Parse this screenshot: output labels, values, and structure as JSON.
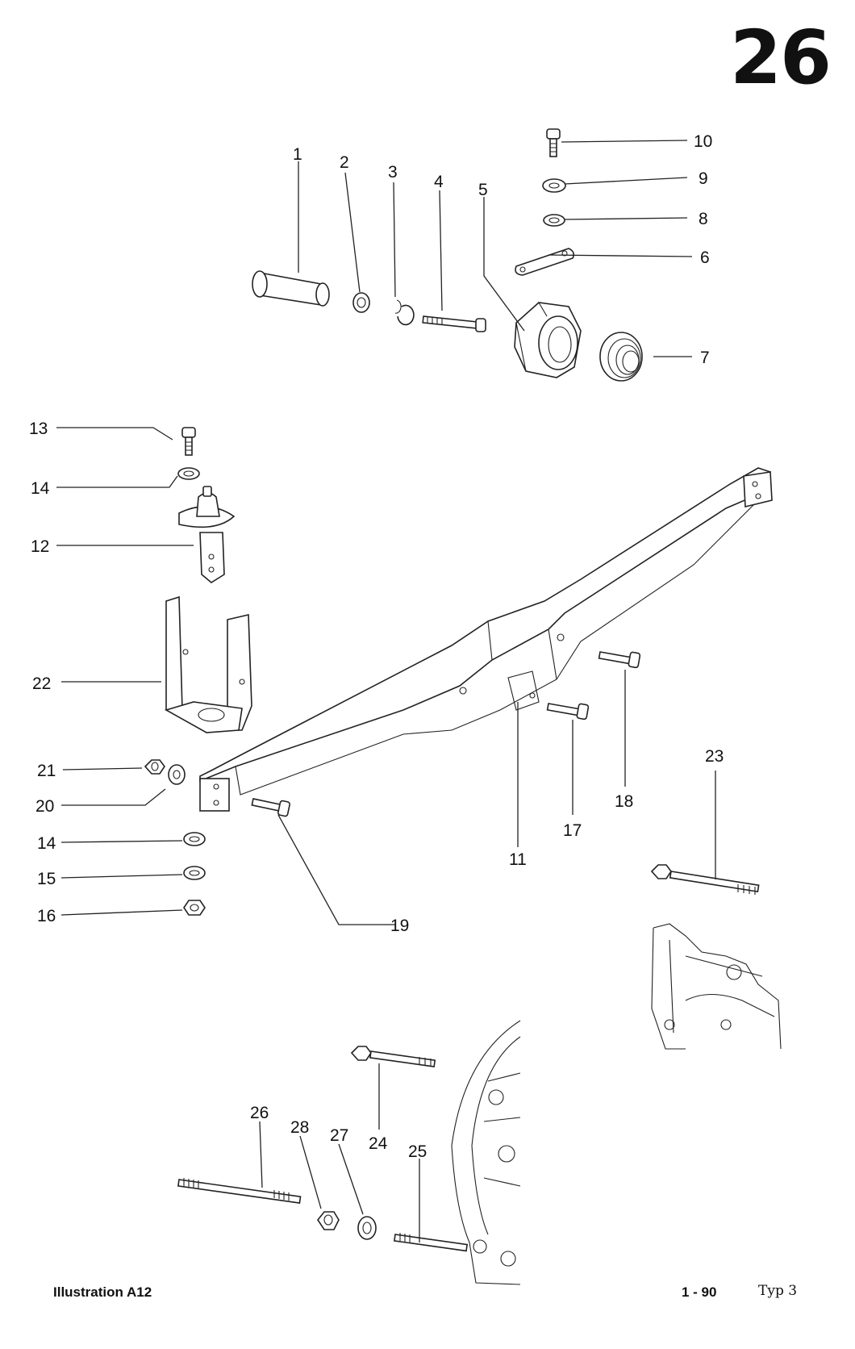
{
  "page_number": "26",
  "footer": {
    "illustration": "Illustration A12",
    "date": "1 - 90",
    "type": "Typ 3"
  },
  "callouts": [
    "1",
    "2",
    "3",
    "4",
    "5",
    "6",
    "7",
    "8",
    "9",
    "10",
    "11",
    "12",
    "13",
    "14",
    "14",
    "15",
    "16",
    "17",
    "18",
    "19",
    "20",
    "21",
    "22",
    "23",
    "24",
    "25",
    "26",
    "27",
    "28"
  ]
}
